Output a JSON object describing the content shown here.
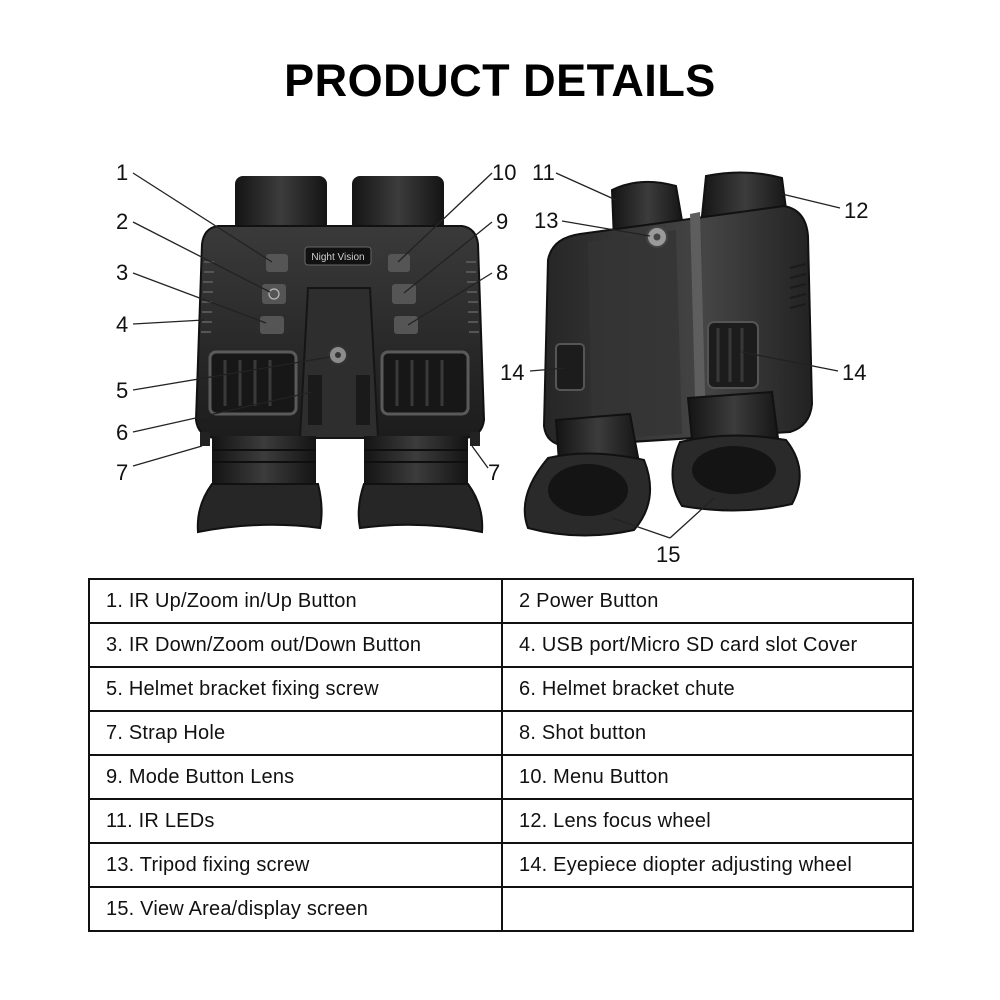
{
  "title": "PRODUCT DETAILS",
  "device_label": "Night Vision",
  "callouts": {
    "c1": "1",
    "c2": "2",
    "c3": "3",
    "c4": "4",
    "c5": "5",
    "c6": "6",
    "c7a": "7",
    "c7b": "7",
    "c8": "8",
    "c9": "9",
    "c10": "10",
    "c11": "11",
    "c12": "12",
    "c13": "13",
    "c14a": "14",
    "c14b": "14",
    "c15": "15"
  },
  "table": {
    "rows": [
      [
        "1. IR Up/Zoom in/Up Button",
        "2 Power Button"
      ],
      [
        "3. IR Down/Zoom out/Down Button",
        "4. USB port/Micro SD card slot Cover"
      ],
      [
        "5. Helmet bracket fixing screw",
        "6. Helmet bracket chute"
      ],
      [
        "7. Strap Hole",
        "8. Shot button"
      ],
      [
        "9. Mode Button Lens",
        "10. Menu Button"
      ],
      [
        "11. IR LEDs",
        "12. Lens focus wheel"
      ],
      [
        "13. Tripod fixing screw",
        "14. Eyepiece diopter adjusting wheel"
      ],
      [
        "15. View Area/display screen",
        ""
      ]
    ]
  },
  "colors": {
    "body": "#2b2b2b",
    "body_dark": "#1a1a1a",
    "accent": "#6e6e6e"
  }
}
